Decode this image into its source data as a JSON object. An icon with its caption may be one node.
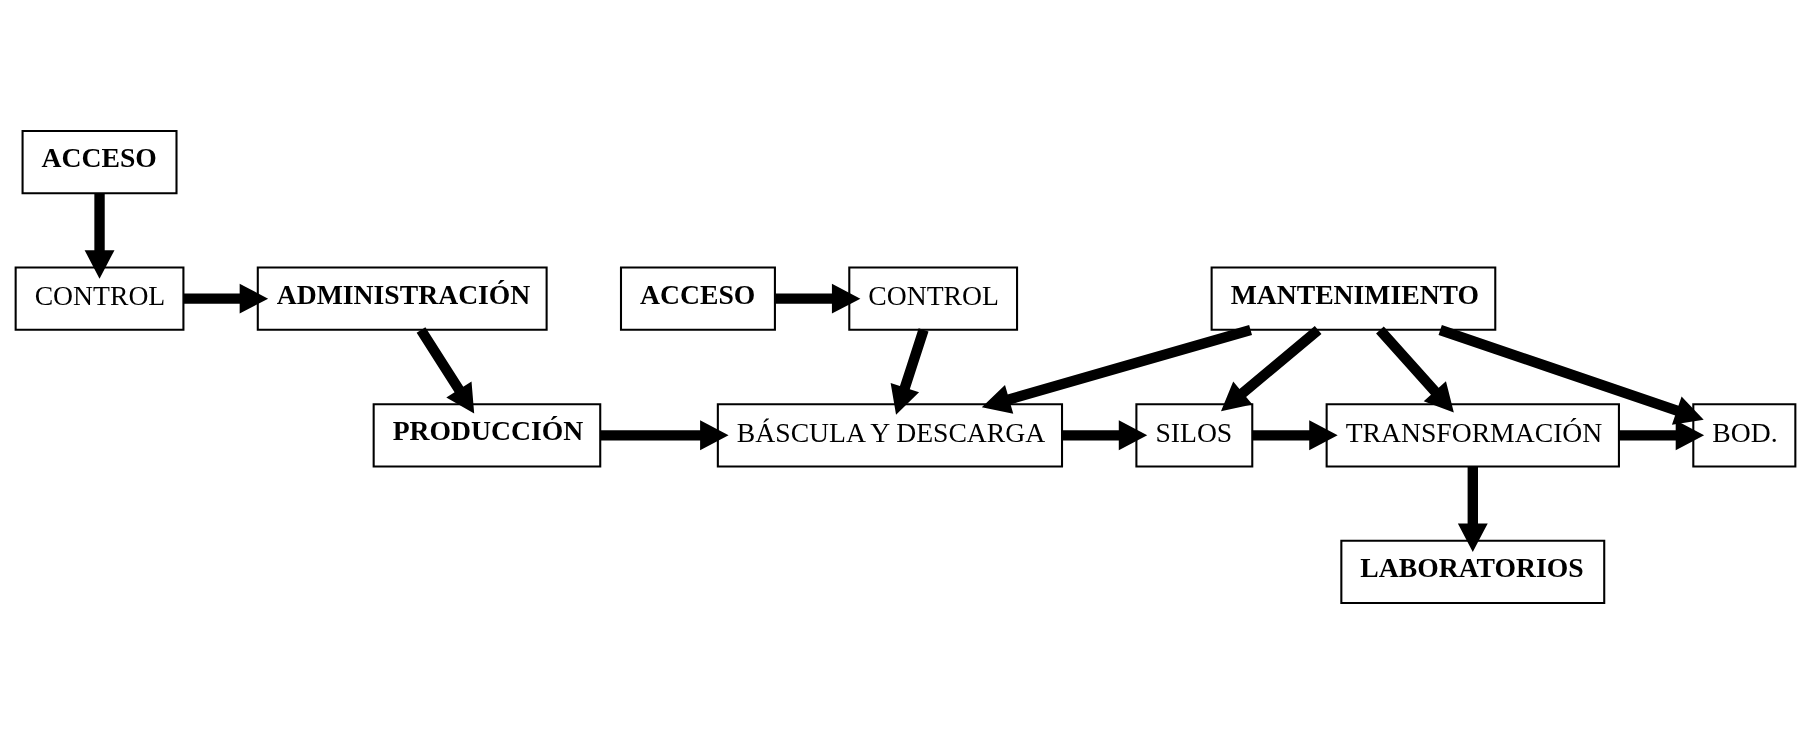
{
  "diagram": {
    "nodes": [
      {
        "text": [
          "ACCESO"
        ]
      },
      {
        "text": [
          "CONTROL"
        ]
      },
      {
        "text": [
          "ADMINISTRACIÓN"
        ]
      },
      {
        "text": [
          "MANTENIMIENTO"
        ]
      },
      {
        "text": [
          "PRODUCCIÓN"
        ]
      },
      {
        "text": [
          "BÁSCULA Y DESCARGA"
        ]
      },
      {
        "text": [
          "SILOS"
        ]
      },
      {
        "text": [
          "TRANSFORMACIÓN"
        ]
      },
      {
        "text": [
          "BOD."
        ]
      },
      {
        "text": [
          "LABORATORIOS"
        ]
      },
      {
        "text": [
          "ACCESO"
        ]
      },
      {
        "text": [
          "CONTROL"
        ]
      }
    ],
    "edges": [
      {
        "from": 0,
        "to": 1,
        "arrow": "to"
      },
      {
        "from": 1,
        "to": 2,
        "arrow": "to"
      },
      {
        "from": 2,
        "to": 4,
        "arrow": "to"
      },
      {
        "from": 3,
        "to": 5,
        "arrow": "to"
      },
      {
        "from": 3,
        "to": 6,
        "arrow": "to"
      },
      {
        "from": 3,
        "to": 7,
        "arrow": "to"
      },
      {
        "from": 3,
        "to": 8,
        "arrow": "to"
      },
      {
        "from": 4,
        "to": 5,
        "arrow": "to"
      },
      {
        "from": 5,
        "to": 6,
        "arrow": "to"
      },
      {
        "from": 6,
        "to": 7,
        "arrow": "to"
      },
      {
        "from": 7,
        "to": 8,
        "arrow": "to"
      },
      {
        "from": 7,
        "to": 9,
        "arrow": "to"
      },
      {
        "from": 10,
        "to": 11,
        "arrow": "to"
      },
      {
        "from": 11,
        "to": 5,
        "arrow": "to"
      }
    ]
  }
}
